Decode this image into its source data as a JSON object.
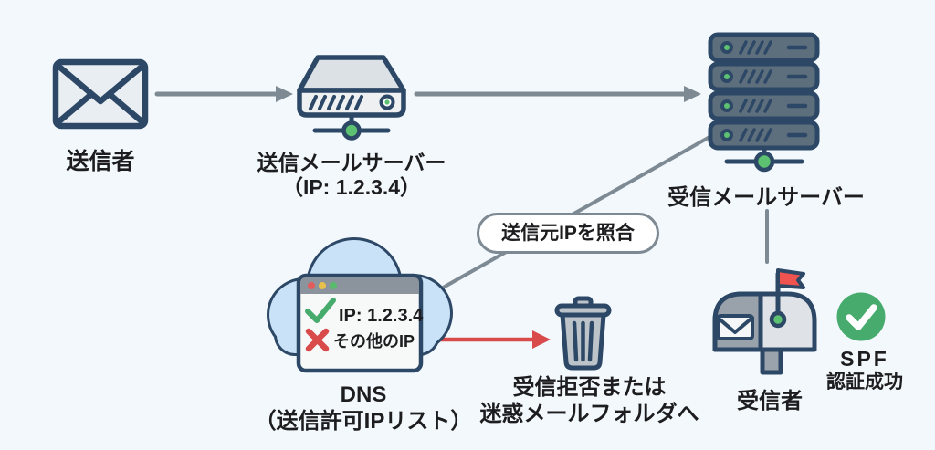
{
  "diagram": {
    "sender": {
      "label": "送信者"
    },
    "sending_server": {
      "name": "送信メールサーバー",
      "ip": "（IP: 1.2.3.4）"
    },
    "receiving_server": {
      "name": "受信メールサーバー"
    },
    "verify_badge": {
      "label": "送信元IPを照合"
    },
    "dns": {
      "name": "DNS",
      "subtitle": "（送信許可IPリスト）",
      "allowed_ip": "IP: 1.2.3.4",
      "other_ip": "その他のIP"
    },
    "reject": {
      "line1": "受信拒否または",
      "line2": "迷惑メールフォルダへ"
    },
    "recipient": {
      "label": "受信者"
    },
    "spf_result": {
      "line1": "SPF",
      "line2": "認証成功"
    }
  },
  "edges": [
    {
      "from": "sender",
      "to": "sending_server",
      "style": "gray-arrow"
    },
    {
      "from": "sending_server",
      "to": "receiving_server",
      "style": "gray-arrow"
    },
    {
      "from": "receiving_server",
      "to": "dns",
      "style": "gray-line",
      "label": "送信元IPを照合"
    },
    {
      "from": "receiving_server",
      "to": "recipient",
      "style": "gray-line"
    },
    {
      "from": "dns_other_ip",
      "to": "reject",
      "style": "red-arrow"
    }
  ],
  "colors": {
    "background": "#f2f8fb",
    "outline_navy": "#2c4866",
    "arrow_gray": "#7d8993",
    "success_green": "#46ab6c",
    "led_green": "#5cc170",
    "error_red": "#d94a4a",
    "flag_red": "#ef5350",
    "cloud_blue": "#c9e2f7",
    "window_bg": "#f7f9f8",
    "titlebar_gray": "#8b949c",
    "dot_red": "#e25c5c",
    "dot_yellow": "#e8c14d",
    "dot_green": "#58bb6e",
    "server_top": "#dce1e5",
    "server_front": "#eef0f2",
    "server_dark": "#5d6e7d",
    "trash_gray": "#bcc3c9",
    "mailbox_light": "#dfe3e7",
    "mailbox_dark": "#99a1aa",
    "post_gray": "#9aa3ab",
    "envelope_fill": "#e9eef2",
    "pill_bg": "#ffffff",
    "text_dark": "#1d1d1f"
  }
}
